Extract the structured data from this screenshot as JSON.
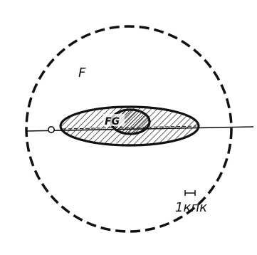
{
  "labels": {
    "outer_region": "F",
    "inner_region": "FG",
    "scale_bar": "1кпк"
  },
  "colors": {
    "ink": "#111111",
    "paper": "#ffffff"
  }
}
